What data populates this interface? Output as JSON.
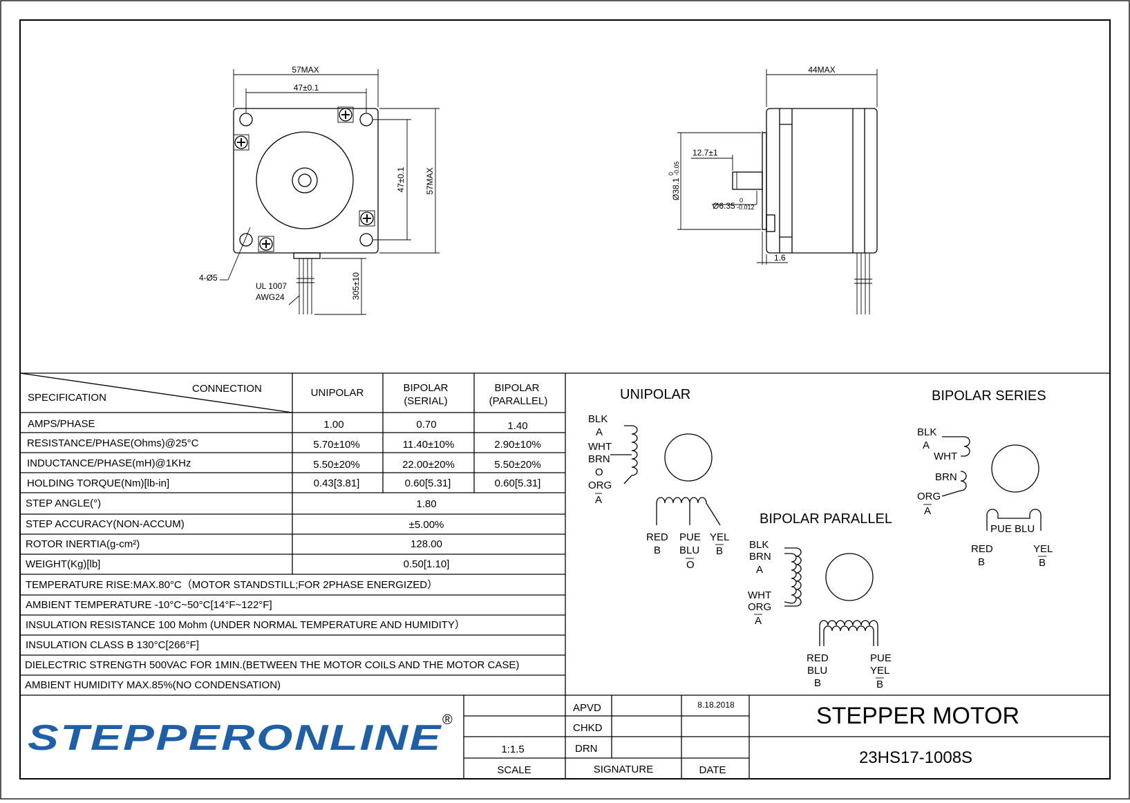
{
  "drawing": {
    "front_dims": {
      "width_max": "57MAX",
      "hole_spacing_h": "47±0.1",
      "hole_spacing_v": "47±0.1",
      "height_max": "57MAX",
      "holes": "4-Ø5",
      "wire_type_1": "UL 1007",
      "wire_type_2": "AWG24",
      "lead_length": "305±10"
    },
    "side_dims": {
      "length_max": "44MAX",
      "shaft_length": "12.7±1",
      "boss_dia": "Ø38.1",
      "boss_tol_upper": "0",
      "boss_tol_lower": "-0.05",
      "shaft_dia": "Ø6.35",
      "shaft_tol_upper": "0",
      "shaft_tol_lower": "-0.012",
      "boss_height": "1.6"
    }
  },
  "spec_table": {
    "header_connection": "CONNECTION",
    "header_specification": "SPECIFICATION",
    "col_unipolar": "UNIPOLAR",
    "col_bipolar_serial_1": "BIPOLAR",
    "col_bipolar_serial_2": "(SERIAL)",
    "col_bipolar_parallel_1": "BIPOLAR",
    "col_bipolar_parallel_2": "(PARALLEL)",
    "rows3": [
      {
        "label": "AMPS/PHASE",
        "unipolar": "1.00",
        "serial": "0.70",
        "parallel": "1.40"
      },
      {
        "label": "RESISTANCE/PHASE(Ohms)@25°C",
        "unipolar": "5.70±10%",
        "serial": "11.40±10%",
        "parallel": "2.90±10%"
      },
      {
        "label": "INDUCTANCE/PHASE(mH)@1KHz",
        "unipolar": "5.50±20%",
        "serial": "22.00±20%",
        "parallel": "5.50±20%"
      },
      {
        "label": "HOLDING TORQUE(Nm)[lb-in]",
        "unipolar": "0.43[3.81]",
        "serial": "0.60[5.31]",
        "parallel": "0.60[5.31]"
      }
    ],
    "rows1": [
      {
        "label": "STEP ANGLE(°)",
        "value": "1.80"
      },
      {
        "label": "STEP ACCURACY(NON-ACCUM)",
        "value": "±5.00%"
      },
      {
        "label": "ROTOR INERTIA(g-cm²)",
        "value": "128.00"
      },
      {
        "label": "WEIGHT(Kg)[lb]",
        "value": "0.50[1.10]"
      }
    ],
    "full_rows": [
      "TEMPERATURE RISE:MAX.80°C（MOTOR STANDSTILL;FOR 2PHASE ENERGIZED）",
      "AMBIENT TEMPERATURE -10°C~50°C[14°F~122°F]",
      "INSULATION RESISTANCE 100 Mohm (UNDER NORMAL TEMPERATURE AND HUMIDITY）",
      "INSULATION CLASS B 130°C[266°F]",
      "DIELECTRIC STRENGTH 500VAC FOR 1MIN.(BETWEEN THE MOTOR COILS AND THE MOTOR CASE)",
      "AMBIENT HUMIDITY MAX.85%(NO CONDENSATION)"
    ]
  },
  "wiring": {
    "unipolar": {
      "title": "UNIPOLAR",
      "blk": "BLK",
      "a": "A",
      "wht": "WHT",
      "brn": "BRN",
      "o": "O",
      "org": "ORG",
      "a_bar": "A",
      "red": "RED",
      "b": "B",
      "pue": "PUE",
      "blu": "BLU",
      "o_bar": "O",
      "yel": "YEL",
      "b_bar": "B"
    },
    "bipolar_series": {
      "title": "BIPOLAR SERIES",
      "blk": "BLK",
      "a": "A",
      "wht": "WHT",
      "brn": "BRN",
      "org": "ORG",
      "a_bar": "A",
      "pue_blu": "PUE BLU",
      "red": "RED",
      "b": "B",
      "yel": "YEL",
      "b_bar": "B"
    },
    "bipolar_parallel": {
      "title": "BIPOLAR PARALLEL",
      "blk": "BLK",
      "brn": "BRN",
      "a": "A",
      "wht": "WHT",
      "org": "ORG",
      "a_bar": "A",
      "red": "RED",
      "blu": "BLU",
      "b": "B",
      "pue": "PUE",
      "yel": "YEL",
      "b_bar": "B"
    }
  },
  "title_block": {
    "logo_text": "STEPPERONLINE",
    "registered": "®",
    "scale_value": "1:1.5",
    "scale_label": "SCALE",
    "apvd": "APVD",
    "chkd": "CHKD",
    "drn": "DRN",
    "signature_label": "SIGNATURE",
    "date_value": "8.18.2018",
    "date_label": "DATE",
    "title": "STEPPER MOTOR",
    "part_number": "23HS17-1008S"
  },
  "colors": {
    "logo_blue": "#1f5fa6",
    "line": "#000000"
  }
}
